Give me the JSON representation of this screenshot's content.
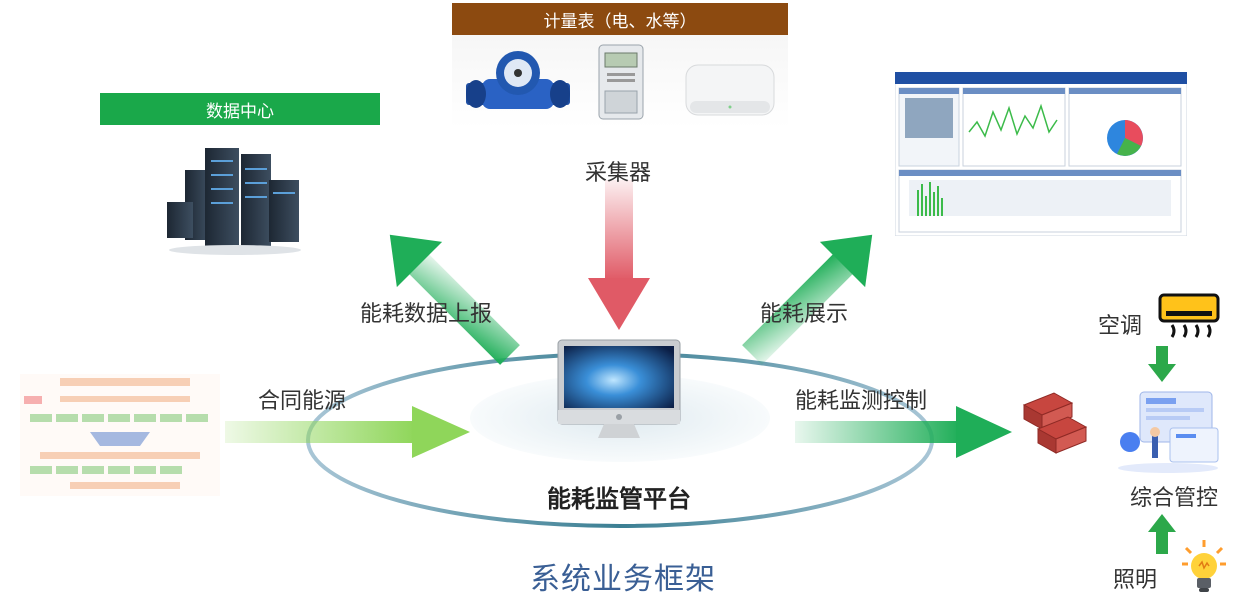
{
  "meter_banner": "计量表（电、水等）",
  "datacenter_banner": "数据中心",
  "collector_label": "采集器",
  "report_label": "能耗数据上报",
  "display_label": "能耗展示",
  "contract_label": "合同能源",
  "monitor_label": "能耗监测控制",
  "platform_title": "能耗监管平台",
  "footer_title": "系统业务框架",
  "ac_label": "空调",
  "integrated_label": "综合管控",
  "lighting_label": "照明",
  "colors": {
    "meter_banner_bg": "#8c4a10",
    "datacenter_banner_bg": "#1aa84a",
    "arrow_green": "#1fae58",
    "arrow_lightgreen": "#8fd65a",
    "arrow_red": "#e05a66",
    "footer_blue": "#3a5f95"
  }
}
